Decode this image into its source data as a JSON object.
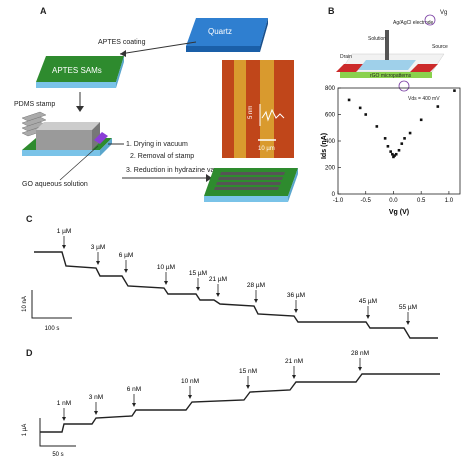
{
  "panels": {
    "A": {
      "label": "A",
      "quartz": "Quartz",
      "aptes_coating": "APTES coating",
      "aptes_sams": "APTES SAMs",
      "pdms_stamp": "PDMS stamp",
      "go_solution": "GO aqueous solution",
      "steps": [
        "1. Drying in vacuum",
        "2. Removal of stamp",
        "3. Reduction in hydrazine vapor"
      ],
      "afm_height": "5 nm",
      "afm_scale": "10 µm",
      "colors": {
        "quartz": "#2f7fd0",
        "sams": "#2e8b2e",
        "substrate": "#7ac3e8"
      }
    },
    "B": {
      "label": "B",
      "electrode": "Ag/AgCl electrode",
      "vg": "Vg",
      "solution": "Solution",
      "drain": "Drain",
      "source": "Source",
      "rgo": "rGO micropatterns",
      "vds_note": "Vds = 400 mV"
    },
    "C": {
      "label": "C"
    },
    "D": {
      "label": "D"
    }
  },
  "chart_data": [
    {
      "type": "scatter",
      "panel": "B",
      "xlabel": "Vg (V)",
      "ylabel": "Ids (nA)",
      "xlim": [
        -1.0,
        1.2
      ],
      "ylim": [
        0,
        800
      ],
      "xticks": [
        "-1.0",
        "-0.5",
        "0.0",
        "0.5",
        "1.0"
      ],
      "yticks": [
        "0",
        "200",
        "400",
        "600",
        "800"
      ],
      "x": [
        -0.8,
        -0.6,
        -0.5,
        -0.3,
        -0.15,
        -0.1,
        -0.05,
        -0.02,
        0.0,
        0.02,
        0.05,
        0.1,
        0.15,
        0.2,
        0.3,
        0.5,
        0.8,
        1.1
      ],
      "y": [
        710,
        650,
        600,
        510,
        420,
        360,
        320,
        300,
        280,
        290,
        300,
        330,
        380,
        420,
        460,
        560,
        660,
        780
      ]
    },
    {
      "type": "line",
      "panel": "C",
      "scale_y": "10 nA",
      "scale_x": "100 s",
      "annotations": [
        "1 µM",
        "3 µM",
        "6 µM",
        "10 µM",
        "15 µM",
        "21 µM",
        "28 µM",
        "36 µM",
        "45 µM",
        "55 µM"
      ]
    },
    {
      "type": "line",
      "panel": "D",
      "scale_y": "1 µA",
      "scale_x": "50 s",
      "annotations": [
        "1 nM",
        "3 nM",
        "6 nM",
        "10 nM",
        "15 nM",
        "21 nM",
        "28 nM"
      ]
    }
  ]
}
